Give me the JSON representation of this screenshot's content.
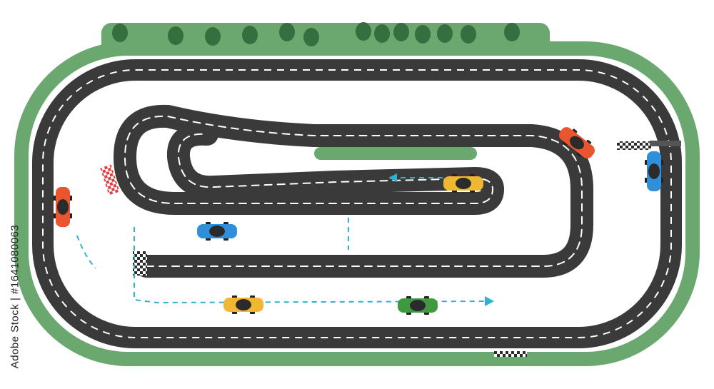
{
  "scene": {
    "description_type": "racing-track-illustration",
    "stock_id": "Adobe Stock | #1641080063",
    "colors": {
      "grass": "#6aa86f",
      "asphalt": "#3a3a3a",
      "lane_dash": "#ffffff",
      "tree": "#356e3f",
      "arrow": "#2fb2cf",
      "checker_dark": "#2b2b2b"
    },
    "cars": [
      {
        "id": "red-left",
        "color": "#e8552f"
      },
      {
        "id": "red-top-right",
        "color": "#e8552f"
      },
      {
        "id": "blue-right",
        "color": "#2f8fd8"
      },
      {
        "id": "yellow-inner",
        "color": "#f0b733"
      },
      {
        "id": "blue-inner",
        "color": "#2f8fd8"
      },
      {
        "id": "yellow-bottom",
        "color": "#f0b733"
      },
      {
        "id": "green-bottom",
        "color": "#3f9a3f"
      }
    ]
  }
}
